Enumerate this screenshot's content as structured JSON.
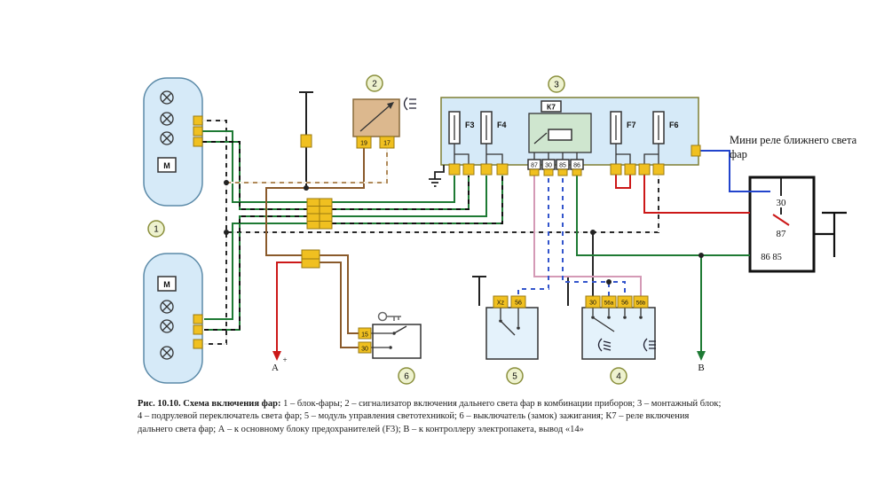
{
  "caption": {
    "bold": "Рис. 10.10. Схема включения фар:",
    "text": " 1 – блок-фары; 2 – сигнализатор включения дальнего света фар в комбинации приборов; 3 – монтажный блок; 4 – подрулевой переключатель света фар; 5 – модуль управления светотехникой; 6 – выключатель (замок) зажигания; К7 – реле включения дальнего света фар; А – к основному блоку предохранителей (F3); В – к контроллеру электропакета, вывод «14»"
  },
  "colors": {
    "wire_green": "#1e7a34",
    "wire_brown": "#8a5a2b",
    "wire_tan": "#b08a5a",
    "wire_red": "#cc1818",
    "wire_blue": "#2244cc",
    "wire_pink": "#d49ab6",
    "wire_black": "#2a2a2a",
    "connector_yellow": "#f0c020",
    "block_blue": "#d6eaf8"
  },
  "components": {
    "headlight": {
      "label": "1",
      "motor": "M"
    },
    "indicator": {
      "label": "2",
      "t19": "19",
      "t17": "17"
    },
    "mounting_block": {
      "label": "3",
      "relay": "К7",
      "f3": "F3",
      "f4": "F4",
      "f7": "F7",
      "f6": "F6",
      "t87": "87",
      "t30": "30",
      "t85": "85",
      "t86": "86"
    },
    "column_switch": {
      "label": "4",
      "t30": "30",
      "t56a": "56a",
      "t56": "56",
      "t56b": "56b"
    },
    "light_module": {
      "label": "5",
      "txz": "Xz",
      "t56": "56"
    },
    "ignition": {
      "label": "6",
      "t15": "15",
      "t30": "30"
    }
  },
  "mini_relay": {
    "title1": "Мини реле ближнего света",
    "title2": "фар",
    "t30": "30",
    "t87": "87",
    "t8685": "86 85"
  },
  "markers": {
    "a": "A",
    "plus": "+",
    "b": "B"
  }
}
